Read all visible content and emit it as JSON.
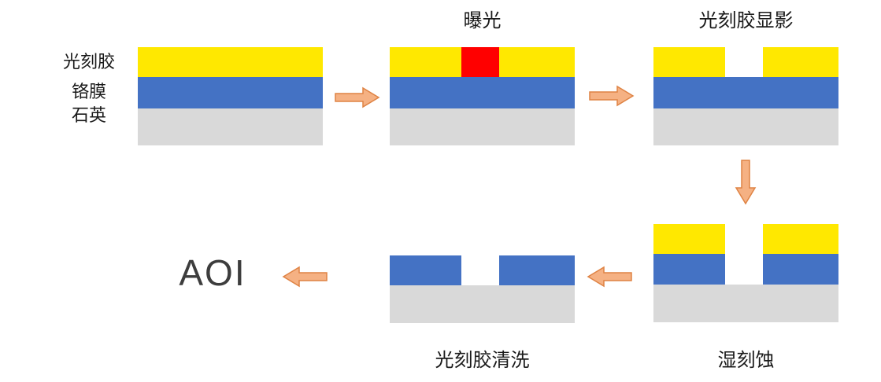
{
  "diagram": {
    "title": "photomask lithography process flow",
    "layer_labels": {
      "photoresist": "光刻胶",
      "chrome_film": "铬膜",
      "quartz": "石英"
    },
    "steps": {
      "exposure": "曝光",
      "development": "光刻胶显影",
      "wet_etch": "湿刻蚀",
      "resist_clean": "光刻胶清洗",
      "aoi": "AOI"
    },
    "colors": {
      "photoresist": "#FFE800",
      "chrome_film": "#4472C4",
      "quartz": "#D9D9D9",
      "exposed_region": "#FF0000",
      "arrow_fill": "#F5B183",
      "arrow_outline": "#DF8344"
    }
  }
}
